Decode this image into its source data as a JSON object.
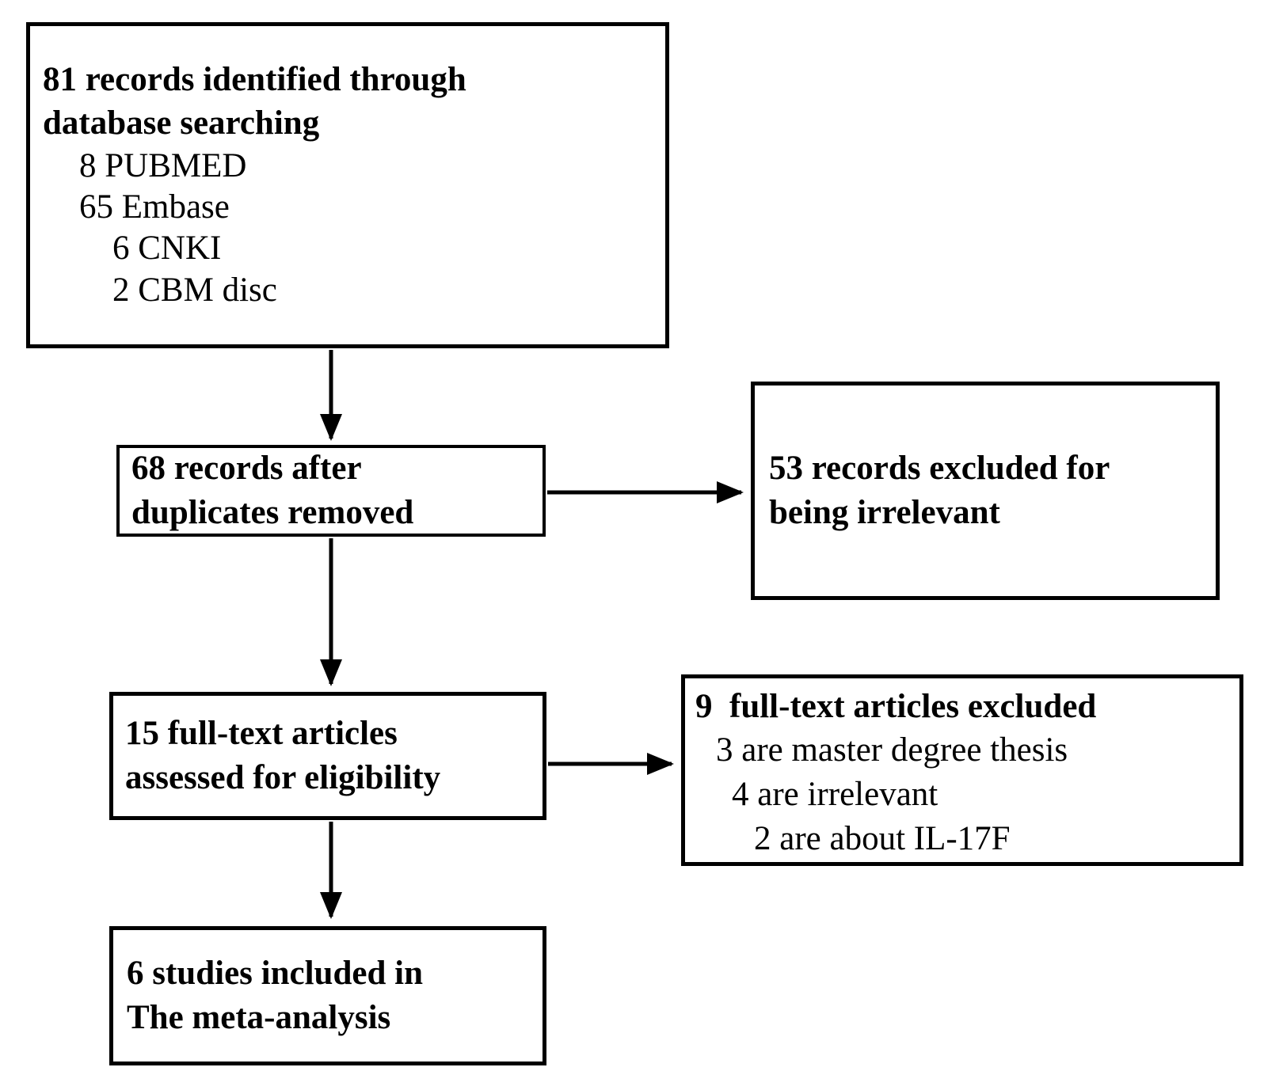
{
  "diagram": {
    "type": "flowchart",
    "subject": "study-selection-prisma-flow",
    "colors": {
      "background": "#ffffff",
      "line": "#000000",
      "text": "#000000"
    },
    "boxes": {
      "identified": {
        "title": "81 records identified through\ndatabase searching",
        "items": [
          "8 PUBMED",
          "65 Embase",
          "6 CNKI",
          "2 CBM disc"
        ]
      },
      "deduplicated": {
        "text": "68 records after\nduplicates removed"
      },
      "records_excluded": {
        "text": "53 records excluded for\nbeing irrelevant"
      },
      "fulltext_assessed": {
        "text": "15 full-text articles\nassessed for eligibility"
      },
      "fulltext_excluded": {
        "title": "9  full-text articles excluded",
        "items": [
          "3 are master degree thesis",
          "4 are irrelevant",
          "2 are about IL-17F"
        ]
      },
      "included": {
        "text": "6 studies included in\nThe meta-analysis"
      }
    },
    "arrows": [
      {
        "from": "identified",
        "to": "deduplicated",
        "direction": "down"
      },
      {
        "from": "deduplicated",
        "to": "records_excluded",
        "direction": "right"
      },
      {
        "from": "deduplicated",
        "to": "fulltext_assessed",
        "direction": "down"
      },
      {
        "from": "fulltext_assessed",
        "to": "fulltext_excluded",
        "direction": "right"
      },
      {
        "from": "fulltext_assessed",
        "to": "included",
        "direction": "down"
      }
    ]
  }
}
